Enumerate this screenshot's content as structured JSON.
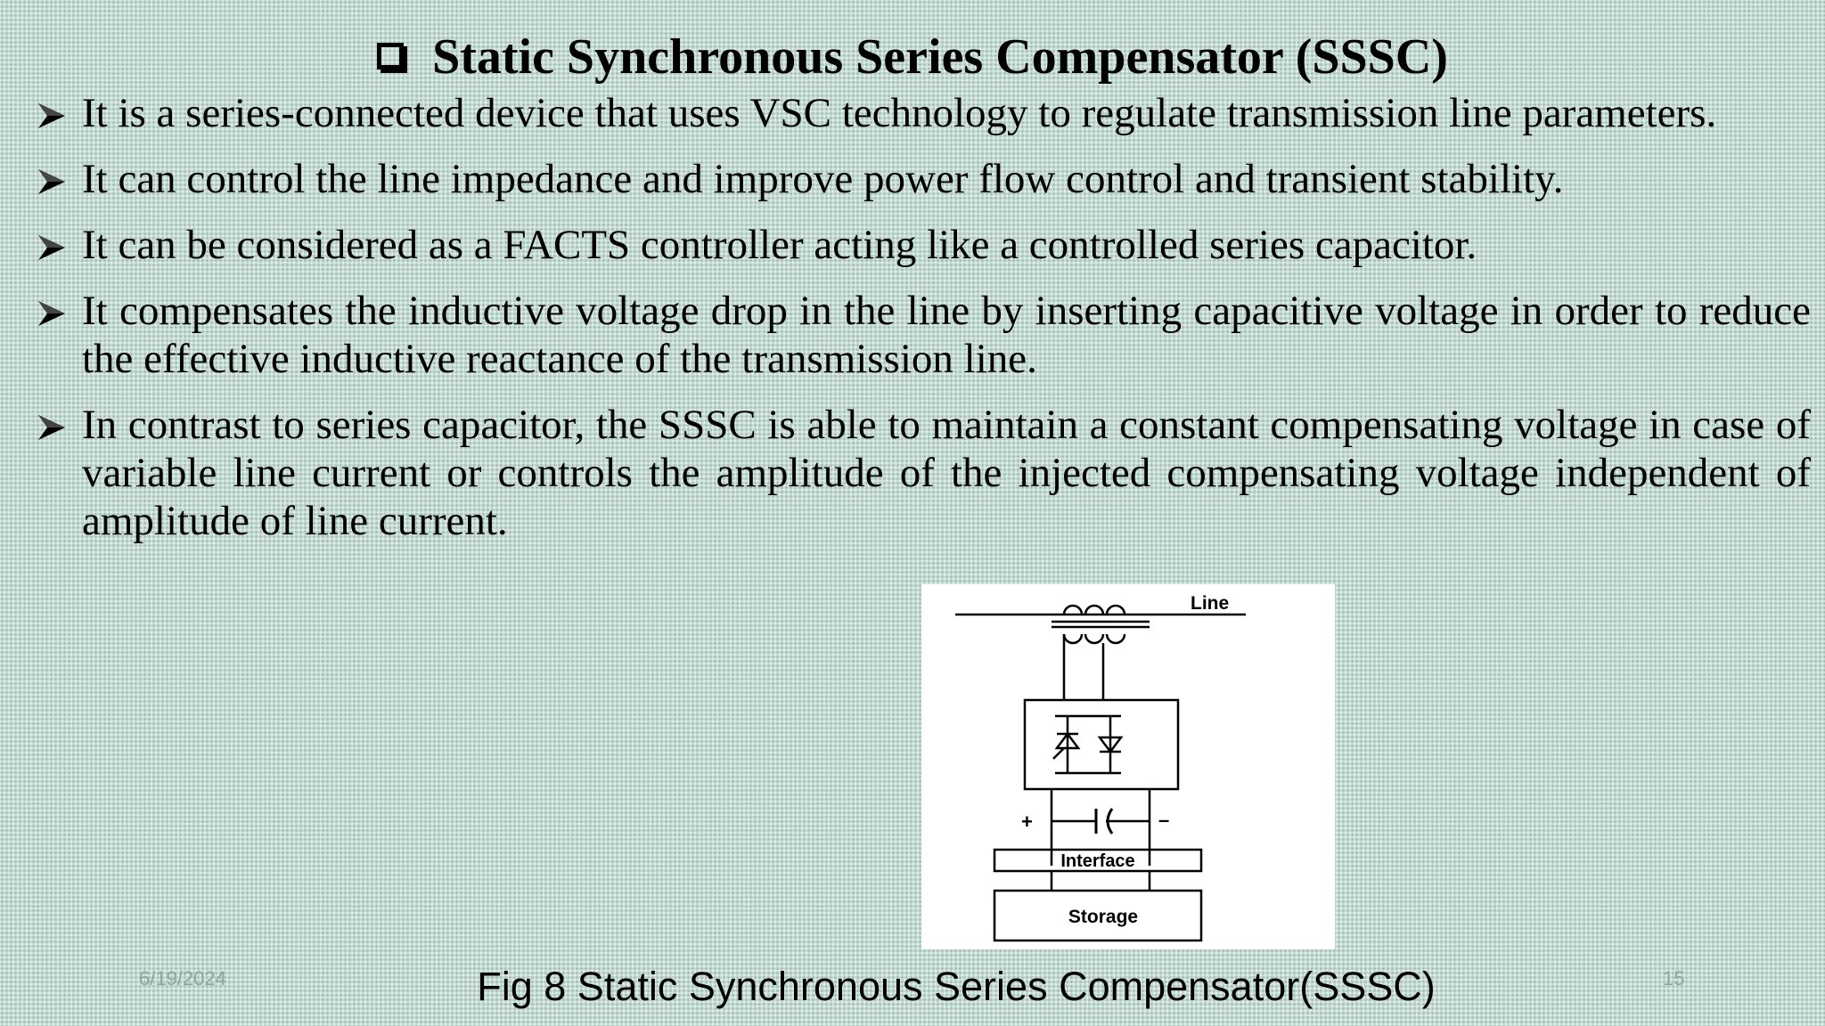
{
  "title": "Static Synchronous Series Compensator (SSSC)",
  "bullets": [
    "It is a series-connected device that uses VSC technology to regulate transmission line parameters.",
    "It can control the line impedance and improve power flow control and transient stability.",
    "It can be considered as a FACTS controller acting like a controlled series capacitor.",
    "It compensates the inductive voltage drop in the line by inserting capacitive voltage in order to reduce the effective inductive reactance of the transmission line.",
    "In contrast to series capacitor, the SSSC is able to maintain a constant compensating voltage in case of variable line current or controls the amplitude of the injected compensating voltage independent of amplitude of line current."
  ],
  "figure": {
    "line_label": "Line",
    "plus": "+",
    "minus": "–",
    "interface_label": "Interface",
    "storage_label": "Storage"
  },
  "caption": "Fig 8 Static Synchronous Series Compensator(SSSC)",
  "footer": {
    "date": "6/19/2024",
    "page": "15"
  },
  "icons": {
    "title_bullet": "square-box-icon",
    "list_bullet": "arrowhead-icon"
  }
}
